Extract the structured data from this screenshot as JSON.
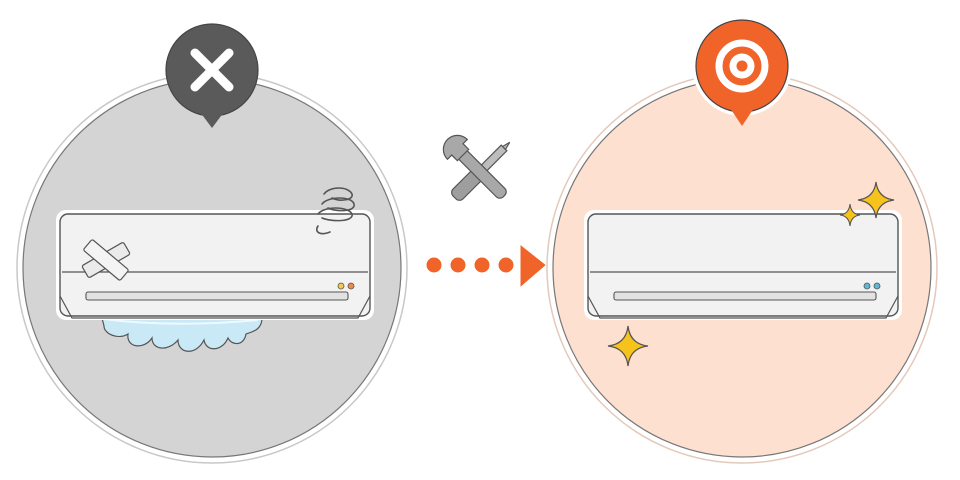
{
  "scene": {
    "before": {
      "status": "bad",
      "badge_icon": "cross-mark-icon",
      "circle_color": "#d4d4d4",
      "badge_color": "#5a5a5a",
      "unit_indicator_colors": [
        "#f2c94c",
        "#f08a4b"
      ]
    },
    "after": {
      "status": "good",
      "badge_icon": "double-circle-icon",
      "circle_color": "#fde0d0",
      "badge_color": "#f0642a",
      "unit_indicator_colors": [
        "#5fb7d6",
        "#5fb7d6"
      ]
    },
    "transition": {
      "icon": "repair-tools-icon",
      "dot_color": "#f0642a",
      "dot_count": 4
    }
  },
  "colors": {
    "outline": "#555555",
    "unit_body": "#f2f2f2",
    "water": "#c9e9f7",
    "sparkle": "#f6c21c"
  }
}
